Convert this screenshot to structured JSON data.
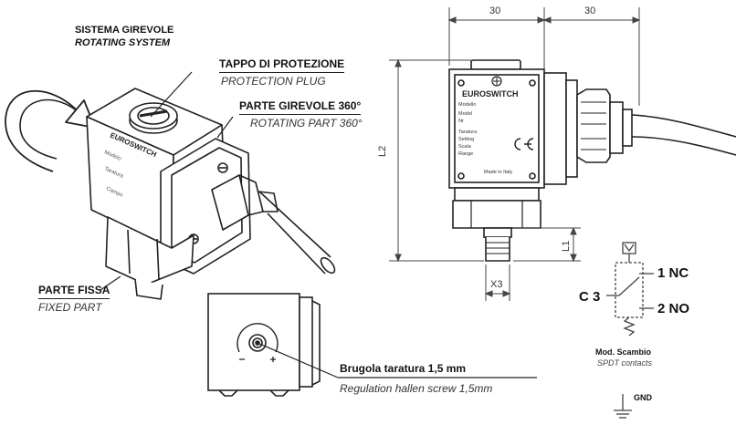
{
  "labels": {
    "rotating_system_it": "SISTEMA GIREVOLE",
    "rotating_system_en": "ROTATING SYSTEM",
    "plug_it": "TAPPO DI PROTEZIONE",
    "plug_en": "PROTECTION PLUG",
    "rot_part_it": "PARTE GIREVOLE 360°",
    "rot_part_en": "ROTATING PART 360°",
    "fixed_it": "PARTE FISSA",
    "fixed_en": "FIXED PART",
    "screw_it": "Brugola taratura 1,5 mm",
    "screw_en": "Regulation hallen screw 1,5mm"
  },
  "brand": "EUROSWITCH",
  "dimensions": {
    "w1": "30",
    "w2": "30",
    "l2": "L2",
    "l1": "L1",
    "x3": "X3"
  },
  "contacts": {
    "c3": "C 3",
    "nc": "1 NC",
    "no": "2 NO",
    "model_it": "Mod. Scambio",
    "model_en": "SPDT contacts",
    "gnd": "GND"
  },
  "colors": {
    "line": "#222222",
    "dim": "#444444"
  }
}
